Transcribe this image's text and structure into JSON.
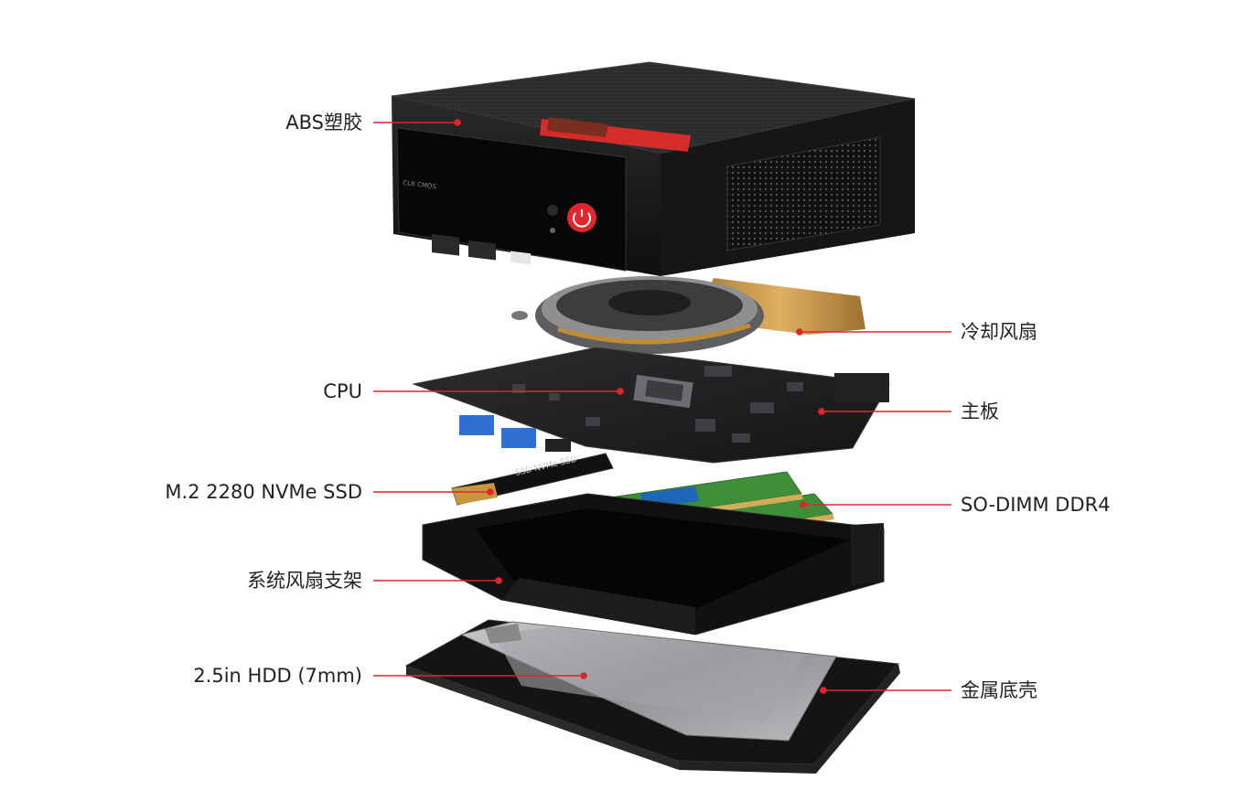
{
  "labels": {
    "abs_plastic": "ABS塑胶",
    "cpu": "CPU",
    "ssd": "M.2 2280 NVMe SSD",
    "fan_bracket": "系统风扇支架",
    "hdd": "2.5in HDD (7mm)",
    "cooling_fan": "冷却风扇",
    "motherboard": "主板",
    "ram": "SO-DIMM DDR4",
    "metal_shell": "金属底壳"
  },
  "device_print": {
    "front_marking": "CLR CMOS",
    "ssd_marking": "SSD  NVMe SSD"
  },
  "colors": {
    "leader_line": "#e0262b",
    "power_button": "#e3262c",
    "ram_pcb": "#3f8f3a",
    "heatpipe": "#c9963e",
    "label_text": "#222222"
  }
}
